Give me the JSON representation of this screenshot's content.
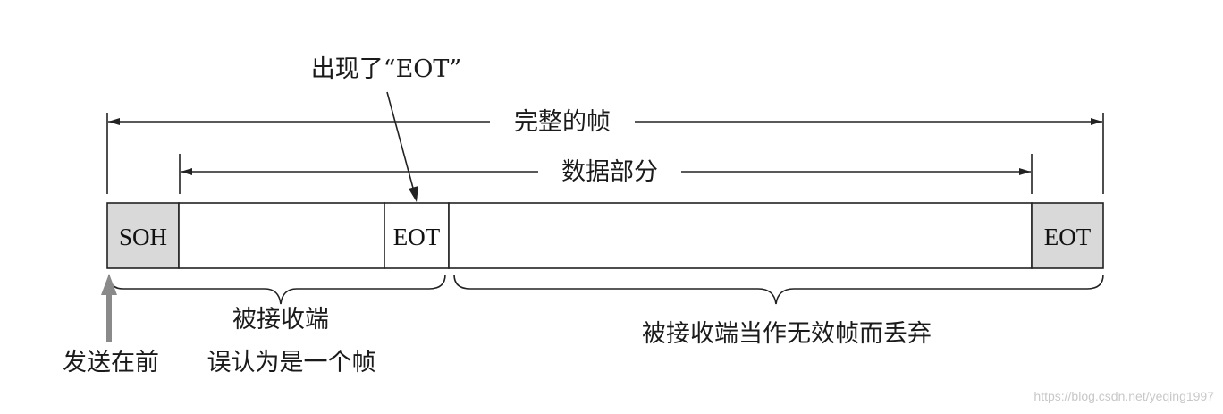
{
  "diagram": {
    "callout_label": "出现了“EOT”",
    "full_frame_label": "完整的帧",
    "data_part_label": "数据部分",
    "cells": {
      "soh": "SOH",
      "eot_mid": "EOT",
      "eot_end": "EOT"
    },
    "brace_left_label_line1": "被接收端",
    "brace_left_label_line2": "误认为是一个帧",
    "brace_right_label": "被接收端当作无效帧而丢弃",
    "send_first_label": "发送在前",
    "colors": {
      "shaded_cell": "#d9d9d9",
      "stroke": "#222222",
      "arrow_gray": "#8a8a8a"
    }
  },
  "watermark": "https://blog.csdn.net/yeqing1997"
}
